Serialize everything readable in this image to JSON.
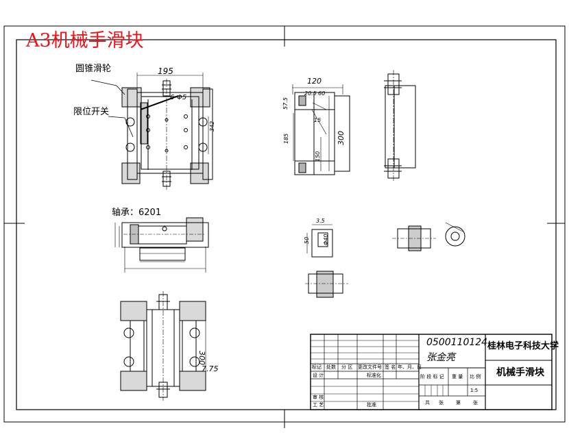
{
  "drawing_title": "A3机械手滑块",
  "callouts": {
    "cone_pulley": "圆锥滑轮",
    "limit_switch": "限位开关",
    "bearing": "轴承：6201"
  },
  "dimensions": {
    "top_width": "195",
    "side_width": "120",
    "side_height": "300",
    "side_small": "57.5",
    "side_inner": "20.5",
    "side_60": "60",
    "side_185": "185",
    "side_150": "150",
    "angle_15": "15",
    "hole_d": "6-Φ5",
    "dim_342": "342",
    "bottom_height": "300",
    "bottom_offset": "7.75",
    "small_35": "3.5",
    "small_50": "50",
    "small_dia": "Φ40"
  },
  "title_block": {
    "drawing_number": "0500110124",
    "designer_name": "张金亮",
    "university": "桂林电子科技大学",
    "part_name": "机械手滑块",
    "scale": "1:5",
    "header_labels": [
      "标记",
      "处数",
      "分 区",
      "更改文件号",
      "签 名",
      "年、月、日"
    ],
    "row_labels": [
      "设 计",
      "标准化",
      "审 核",
      "工 艺",
      "批准"
    ],
    "stage_labels": [
      "阶 段 标 记",
      "重 量",
      "比 例"
    ],
    "sheet_labels": [
      "共",
      "张",
      "第",
      "张"
    ]
  }
}
